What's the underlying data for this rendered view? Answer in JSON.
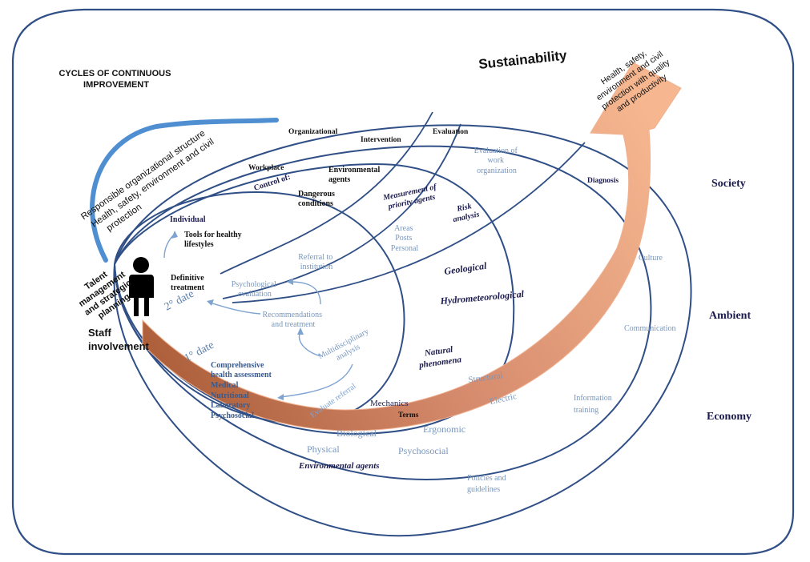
{
  "colors": {
    "frame": "#2f4f86",
    "ellipse": "#2f4f86",
    "arc_blue": "#4f8fd1",
    "arrow_start": "#a85a34",
    "arrow_end": "#f5b58d",
    "label_dark": "#1b1b4d",
    "label_blue": "#5b7fae"
  },
  "title": {
    "line1": "CYCLES OF CONTINUOUS",
    "line2": "IMPROVEMENT"
  },
  "sustainability": "Sustainability",
  "arrow_head": {
    "line1": "Health, safety,",
    "line2": "environment and civil",
    "line3": "protection with quality",
    "line4": "and productivity"
  },
  "left_arc": {
    "line1": "Responsible organizational structure",
    "line2": "Health, safety, environment and civil",
    "line3": "protection"
  },
  "talent": {
    "line1": "Talent",
    "line2": "management",
    "line3": "and strategic",
    "line4": "planning"
  },
  "staff": {
    "line1": "Staff",
    "line2": "involvement"
  },
  "person_icon": "person-icon",
  "dates": {
    "second": "2° date",
    "first": "1° date"
  },
  "individual": {
    "title": "Individual",
    "tools1": "Tools for healthy",
    "tools2": "lifestyles",
    "definitive1": "Definitive",
    "definitive2": "treatment"
  },
  "assessment": {
    "line1": "Comprehensive",
    "line2": "health assessment",
    "line3": "Medical",
    "line4": "Nutritional",
    "line5": "Laboratory",
    "line6": "Psychosocial"
  },
  "evaluate_referral": "Evaluate referral",
  "cycle": {
    "referral1": "Referral to",
    "referral2": "institution",
    "psych1": "Psychological",
    "psych2": "evaluation",
    "rec1": "Recommendations",
    "rec2": "and treatment",
    "multi1": "Multidisciplinary",
    "multi2": "analysis"
  },
  "workplace": {
    "workplace": "Workplace",
    "control": "Control of:",
    "env1": "Environmental",
    "env2": "agents",
    "dang1": "Dangerous",
    "dang2": "conditions",
    "measure1": "Measurement of",
    "measure2": "priority agents",
    "risk1": "Risk",
    "risk2": "analysis",
    "areas": "Areas",
    "posts": "Posts",
    "personal": "Personal"
  },
  "organizational": {
    "org": "Organizational",
    "intervention": "Intervention",
    "evaluation": "Evaluation",
    "eval_work1": "Evaluation of",
    "eval_work2": "work",
    "eval_work3": "organization",
    "diagnosis": "Diagnosis"
  },
  "hazards": {
    "geological": "Geological",
    "hydro": "Hydrometeorological",
    "natural1": "Natural",
    "natural2": "phenomena",
    "structural": "Structural",
    "electric": "Electric",
    "mechanics": "Mechanics",
    "terms": "Terms",
    "ergonomic": "Ergonomic",
    "biological": "Biological",
    "physical": "Physical",
    "psychosocial": "Psychosocial",
    "env_agents": "Environmental agents"
  },
  "outer": {
    "culture": "Culture",
    "communication": "Communication",
    "info1": "Information",
    "info2": "training",
    "policies1": "Policies and",
    "policies2": "guidelines"
  },
  "right_labels": {
    "society": "Society",
    "ambient": "Ambient",
    "economy": "Economy"
  }
}
